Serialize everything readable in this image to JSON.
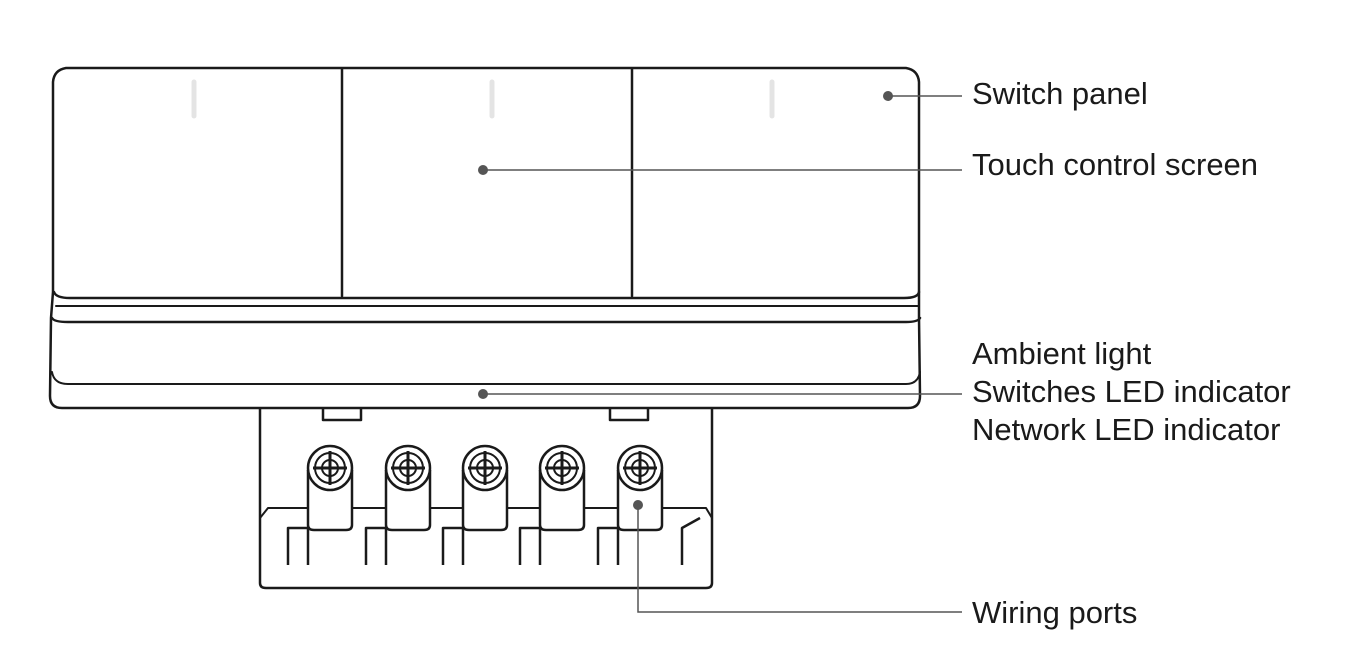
{
  "diagram": {
    "labels": {
      "switch_panel": "Switch panel",
      "touch_control_screen": "Touch control screen",
      "ambient_light": "Ambient light",
      "switches_led_indicator": "Switches LED indicator",
      "network_led_indicator": "Network LED indicator",
      "wiring_ports": "Wiring ports"
    },
    "colors": {
      "line": "#1a1a1a",
      "leader": "#555555",
      "dot": "#555555",
      "body_fill": "#ffffff"
    }
  }
}
